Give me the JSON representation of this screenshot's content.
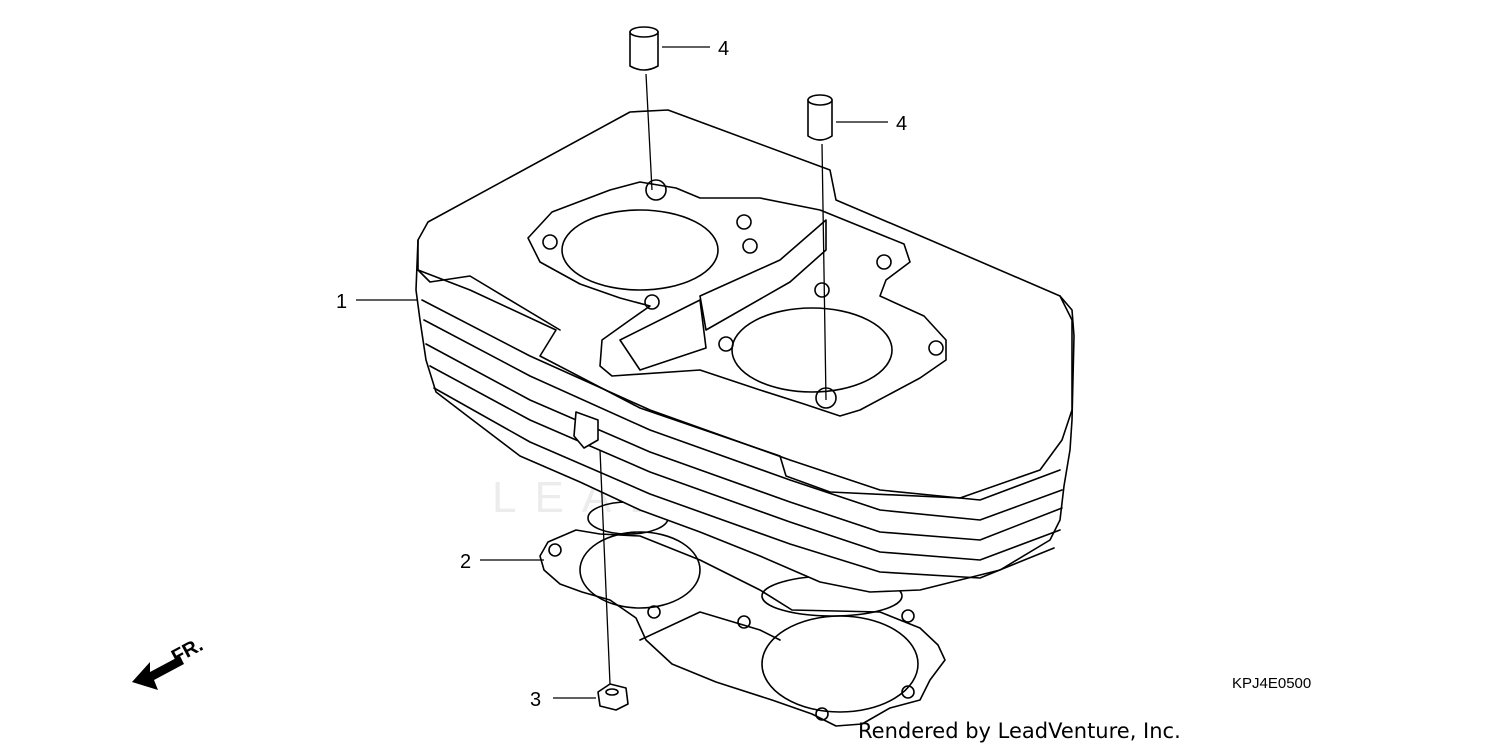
{
  "diagram": {
    "part_code": "KPJ4E0500",
    "credit": "Rendered by LeadVenture, Inc.",
    "watermark_text": "LEADVENTURE",
    "front_indicator_label": "FR.",
    "callouts": [
      {
        "id": "cylinder",
        "number": "1"
      },
      {
        "id": "cylinder-gasket",
        "number": "2"
      },
      {
        "id": "cylinder-nut",
        "number": "3"
      },
      {
        "id": "dowel-pin-left",
        "number": "4"
      },
      {
        "id": "dowel-pin-right",
        "number": "4"
      }
    ]
  }
}
